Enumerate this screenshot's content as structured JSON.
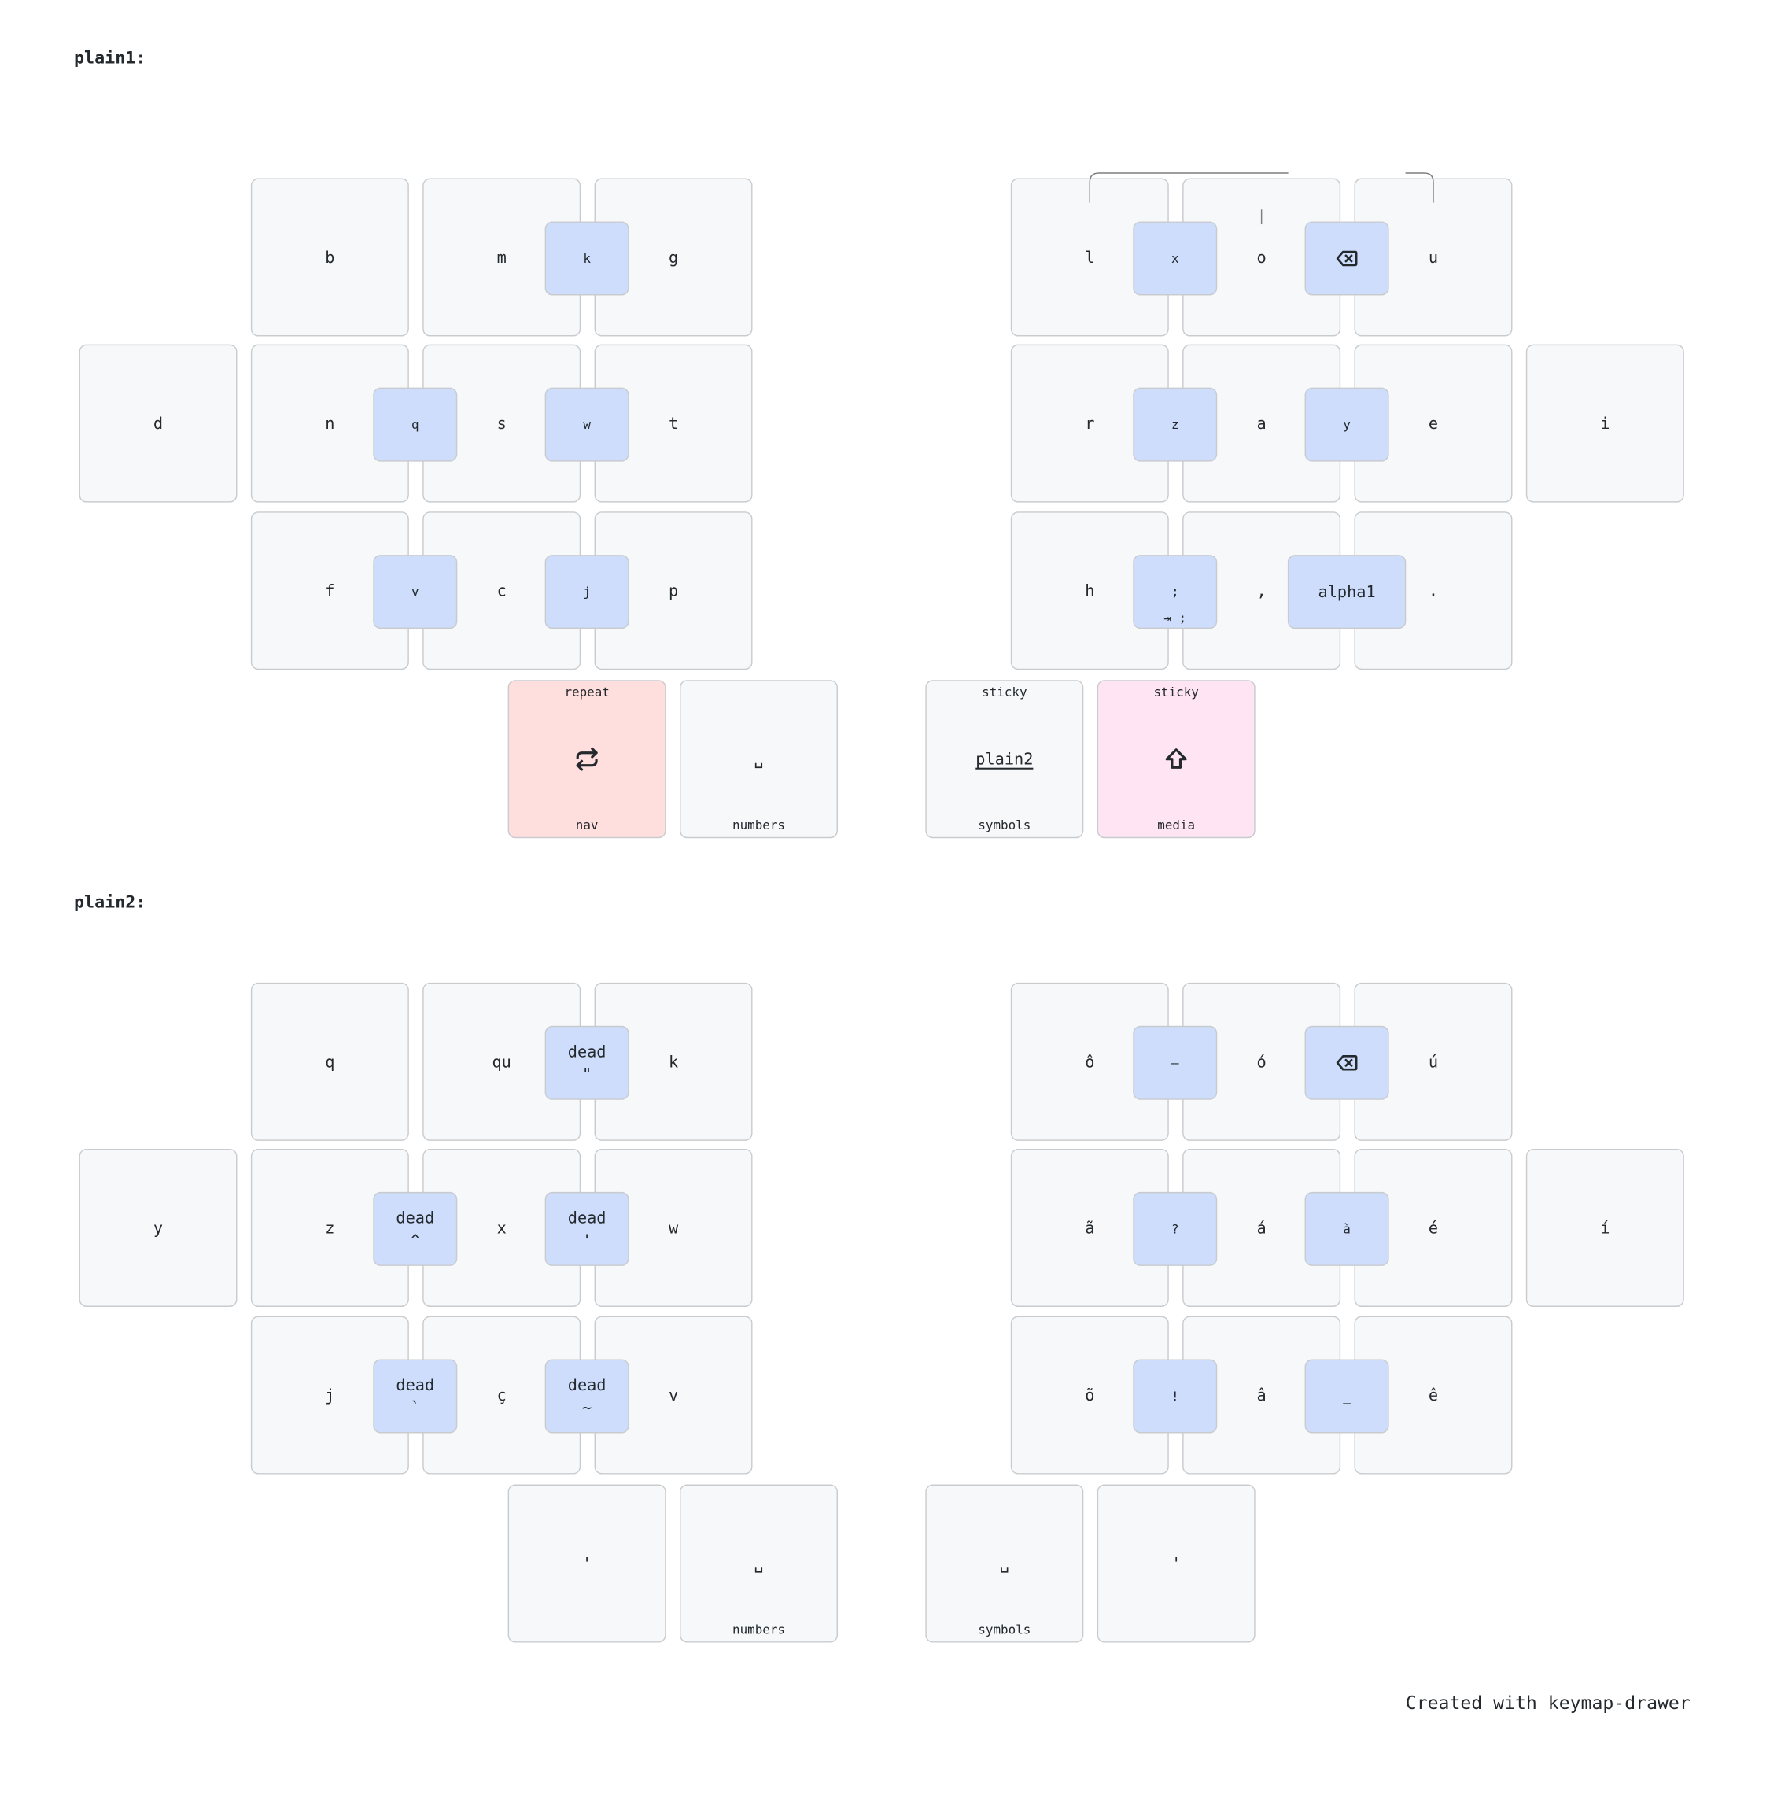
{
  "layers": [
    {
      "name": "plain1:",
      "keys": [
        {
          "t": "b"
        },
        {
          "t": "m"
        },
        {
          "t": "g"
        },
        {
          "t": "l"
        },
        {
          "t": "o"
        },
        {
          "t": "u"
        },
        {
          "t": "d"
        },
        {
          "t": "n"
        },
        {
          "t": "s"
        },
        {
          "t": "t"
        },
        {
          "t": "r"
        },
        {
          "t": "a"
        },
        {
          "t": "e"
        },
        {
          "t": "i"
        },
        {
          "t": "f"
        },
        {
          "t": "c"
        },
        {
          "t": "p"
        },
        {
          "t": "h"
        },
        {
          "t": ","
        },
        {
          "t": "."
        },
        {
          "t": "icon:repeat",
          "h": "repeat",
          "s": "nav",
          "style": "red"
        },
        {
          "t": "␣",
          "s": "numbers"
        },
        {
          "t": "plain2",
          "h": "sticky",
          "s": "symbols",
          "u": true
        },
        {
          "t": "icon:shift",
          "h": "sticky",
          "s": "media",
          "style": "pink"
        }
      ],
      "combos": [
        {
          "t": "k"
        },
        {
          "t": "x"
        },
        {
          "t": "icon:backspace"
        },
        {
          "t": "q"
        },
        {
          "t": "w"
        },
        {
          "t": "z"
        },
        {
          "t": "y"
        },
        {
          "t": "v"
        },
        {
          "t": "j"
        },
        {
          "t": ";",
          "s": "⇥ ;"
        },
        {
          "t": "alpha1"
        }
      ]
    },
    {
      "name": "plain2:",
      "keys": [
        {
          "t": "q"
        },
        {
          "t": "qu"
        },
        {
          "t": "k"
        },
        {
          "t": "ô"
        },
        {
          "t": "ó"
        },
        {
          "t": "ú"
        },
        {
          "t": "y"
        },
        {
          "t": "z"
        },
        {
          "t": "x"
        },
        {
          "t": "w"
        },
        {
          "t": "ã"
        },
        {
          "t": "á"
        },
        {
          "t": "é"
        },
        {
          "t": "í"
        },
        {
          "t": "j"
        },
        {
          "t": "ç"
        },
        {
          "t": "v"
        },
        {
          "t": "õ"
        },
        {
          "t": "â"
        },
        {
          "t": "ê"
        },
        {
          "t": "'"
        },
        {
          "t": "␣",
          "s": "numbers"
        },
        {
          "t": "␣",
          "s": "symbols"
        },
        {
          "t": "'"
        }
      ],
      "combos": [
        {
          "l1": "dead",
          "l2": "\""
        },
        {
          "t": "–"
        },
        {
          "t": "icon:backspace"
        },
        {
          "l1": "dead",
          "l2": "^"
        },
        {
          "l1": "dead",
          "l2": "'"
        },
        {
          "t": "?"
        },
        {
          "t": "à"
        },
        {
          "l1": "dead",
          "l2": "`"
        },
        {
          "l1": "dead",
          "l2": "~"
        },
        {
          "t": "!"
        },
        {
          "t": "_"
        }
      ]
    }
  ],
  "footer": "Created with keymap-drawer"
}
